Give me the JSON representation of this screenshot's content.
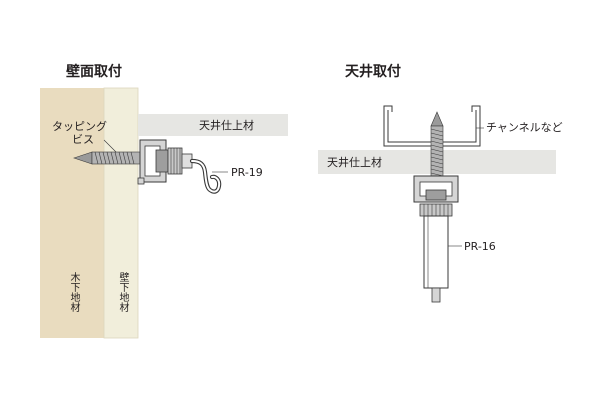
{
  "wall_mount": {
    "title": "壁面取付",
    "screw_label_line1": "タッピング",
    "screw_label_line2": "ビス",
    "ceiling_finish_label": "天井仕上材",
    "product_label": "PR-19",
    "wood_base_label": "木下地材",
    "wall_base_label": "壁下地材"
  },
  "ceiling_mount": {
    "title": "天井取付",
    "channel_label": "チャンネルなど",
    "ceiling_finish_label": "天井仕上材",
    "product_label": "PR-16"
  },
  "colors": {
    "wood_base": "#e9dcbf",
    "wall_base": "#f1eedb",
    "finish_board": "#e6e6e3",
    "rail_fill": "#d5d5d5",
    "outline": "#3a3a3a"
  }
}
